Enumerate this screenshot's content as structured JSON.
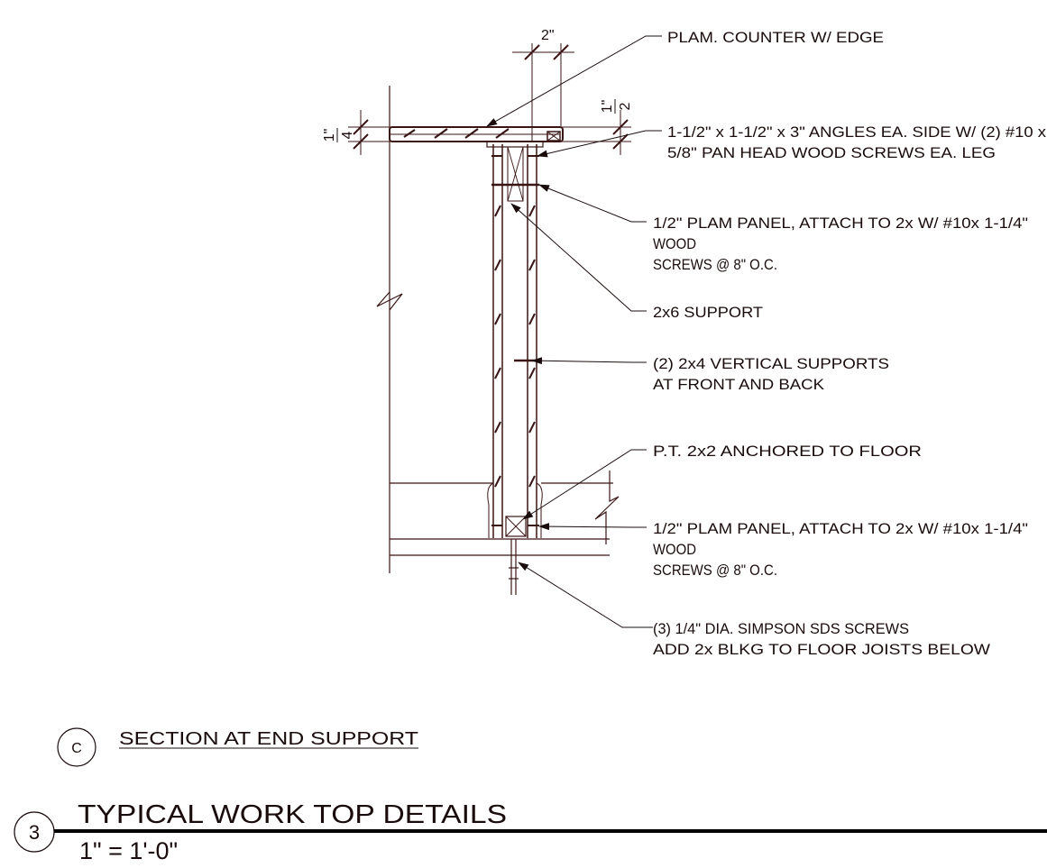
{
  "dimensions": {
    "top_width": "2\"",
    "edge_height_num": "1\"",
    "edge_height_den": "2",
    "top_thickness_num": "1\"",
    "top_thickness_den": "4"
  },
  "callouts": [
    {
      "lines": [
        "PLAM. COUNTER W/ EDGE"
      ]
    },
    {
      "lines": [
        "1-1/2\" x 1-1/2\" x 3\" ANGLES EA. SIDE W/ (2) #10 x",
        "5/8\" PAN HEAD WOOD SCREWS EA. LEG"
      ]
    },
    {
      "lines": [
        "1/2\" PLAM PANEL, ATTACH TO 2x W/ #10x 1-1/4\"",
        "WOOD",
        "SCREWS @ 8\" O.C."
      ]
    },
    {
      "lines": [
        "2x6 SUPPORT"
      ]
    },
    {
      "lines": [
        "(2) 2x4 VERTICAL SUPPORTS",
        "AT FRONT AND BACK"
      ]
    },
    {
      "lines": [
        "P.T. 2x2 ANCHORED TO FLOOR"
      ]
    },
    {
      "lines": [
        "1/2\" PLAM PANEL, ATTACH TO 2x W/ #10x 1-1/4\"",
        "WOOD",
        "SCREWS @ 8\" O.C."
      ]
    },
    {
      "lines": [
        "(3) 1/4\" DIA. SIMPSON SDS SCREWS",
        "ADD 2x BLKG TO FLOOR JOISTS BELOW"
      ]
    }
  ],
  "section_tag": {
    "letter": "C",
    "title": "SECTION AT END SUPPORT"
  },
  "detail_tag": {
    "number": "3",
    "title": "TYPICAL WORK TOP DETAILS",
    "scale": "1\" = 1'-0\""
  }
}
